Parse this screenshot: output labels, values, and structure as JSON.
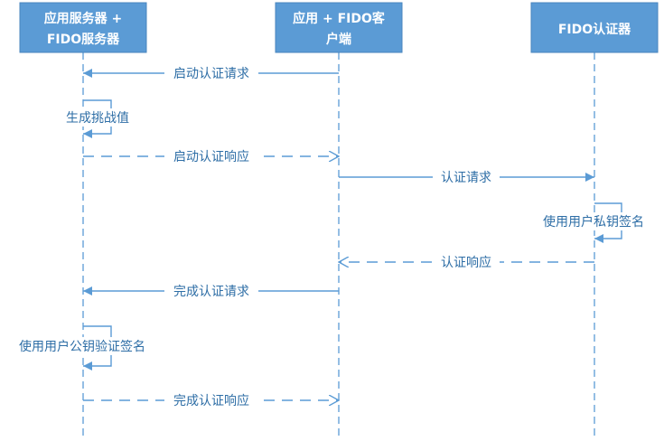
{
  "actors": [
    {
      "id": "server",
      "lines": [
        "应用服务器 +",
        "FIDO服务器"
      ]
    },
    {
      "id": "client",
      "lines": [
        "应用 + FIDO客",
        "户端"
      ]
    },
    {
      "id": "authenticator",
      "lines": [
        "FIDO认证器"
      ]
    }
  ],
  "messages": [
    {
      "from": "client",
      "to": "server",
      "label": "启动认证请求",
      "style": "solid"
    },
    {
      "from": "server",
      "to": "server",
      "label": "生成挑战值",
      "style": "self"
    },
    {
      "from": "server",
      "to": "client",
      "label": "启动认证响应",
      "style": "dashed"
    },
    {
      "from": "client",
      "to": "authenticator",
      "label": "认证请求",
      "style": "solid"
    },
    {
      "from": "authenticator",
      "to": "authenticator",
      "label": "使用用户私钥签名",
      "style": "self"
    },
    {
      "from": "authenticator",
      "to": "client",
      "label": "认证响应",
      "style": "dashed"
    },
    {
      "from": "client",
      "to": "server",
      "label": "完成认证请求",
      "style": "solid"
    },
    {
      "from": "server",
      "to": "server",
      "label": "使用用户公钥验证签名",
      "style": "self"
    },
    {
      "from": "server",
      "to": "client",
      "label": "完成认证响应",
      "style": "dashed"
    }
  ],
  "colors": {
    "box": "#5b9bd5",
    "line": "#5b9bd5",
    "text": "#2e6ea6"
  }
}
